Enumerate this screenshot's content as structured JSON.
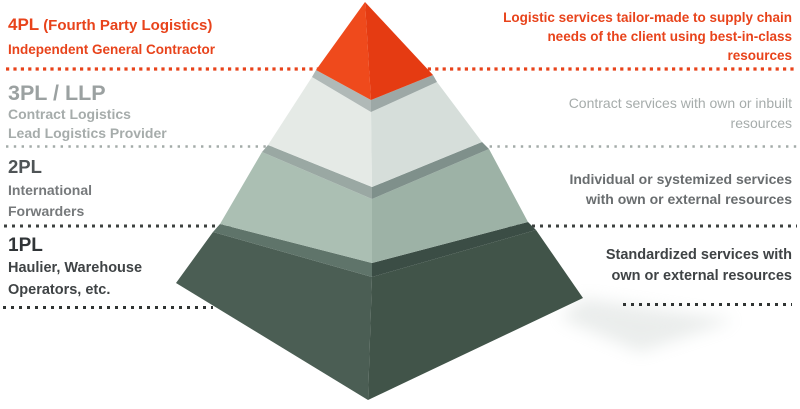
{
  "accent_color": "#e8431b",
  "background_color": "#ffffff",
  "shadow_color": "#ccd3d0",
  "levels": [
    {
      "id": "4pl",
      "name": "4PL",
      "name_suffix": "(Fourth Party Logistics)",
      "subtitle_lines": [
        "Independent General Contractor"
      ],
      "description_lines": [
        "Logistic services tailor-made to supply chain",
        "needs of the client using best-in-class",
        "resources"
      ],
      "colors": {
        "face_left": "#ef4a1c",
        "face_right": "#e53b12"
      }
    },
    {
      "id": "3pl",
      "name": "3PL / LLP",
      "subtitle_lines": [
        "Contract Logistics",
        "Lead Logistics Provider"
      ],
      "description_lines": [
        "Contract services with own or inbuilt",
        "resources"
      ],
      "colors": {
        "face_left": "#e5eae6",
        "face_right": "#d6deda",
        "rim_left": "#b0b9b7",
        "rim_right": "#9da8a6"
      }
    },
    {
      "id": "2pl",
      "name": "2PL",
      "subtitle_lines": [
        "International",
        "Forwarders"
      ],
      "description_lines": [
        "Individual or systemized services",
        "with own or external resources"
      ],
      "colors": {
        "face_left": "#abbfb3",
        "face_right": "#9db2a6",
        "rim_left": "#9aa8a3",
        "rim_right": "#7f908b"
      }
    },
    {
      "id": "1pl",
      "name": "1PL",
      "subtitle_lines": [
        "Haulier, Warehouse",
        "Operators, etc."
      ],
      "description_lines": [
        "Standardized services with",
        "own or external resources"
      ],
      "colors": {
        "face_left": "#4b5e54",
        "face_right": "#415449",
        "rim_left": "#5f746a",
        "rim_right": "#3b4d45"
      }
    }
  ],
  "dividers": [
    {
      "between": "4pl-3pl",
      "color": "#e8431b"
    },
    {
      "between": "3pl-2pl",
      "color": "#a3aba8"
    },
    {
      "between": "2pl-1pl",
      "color": "#3c413f"
    },
    {
      "between": "below-1pl",
      "color": "#303433"
    }
  ]
}
